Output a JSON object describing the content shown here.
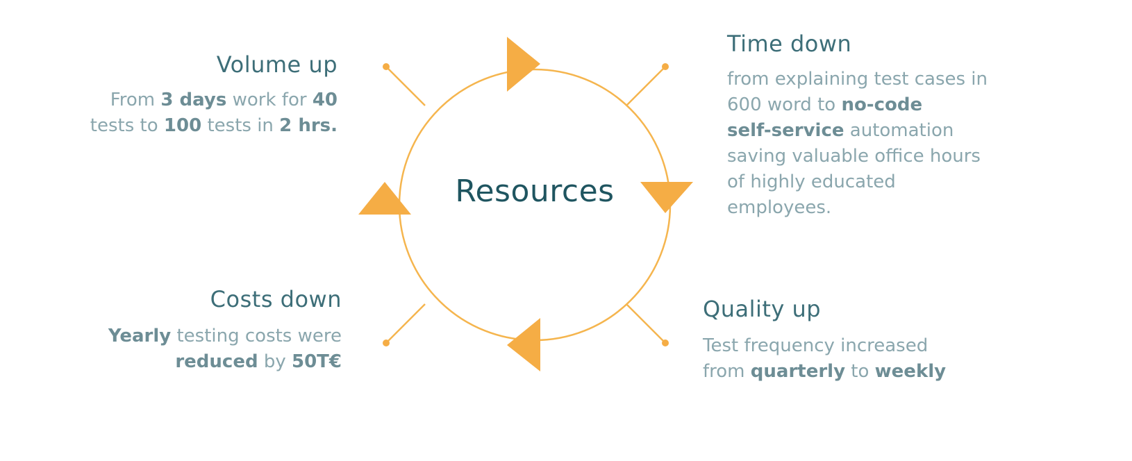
{
  "center": {
    "label": "Resources"
  },
  "colors": {
    "accent": "#f5ad45",
    "heading": "#3d6e78",
    "body": "#8aa6ad",
    "strong": "#6d8d95",
    "center": "#1f5560"
  },
  "blocks": {
    "volume": {
      "title": "Volume up",
      "lines": [
        [
          {
            "t": "From ",
            "b": false
          },
          {
            "t": "3 days",
            "b": true
          },
          {
            "t": " work for ",
            "b": false
          },
          {
            "t": "40",
            "b": true
          }
        ],
        [
          {
            "t": "tests to ",
            "b": false
          },
          {
            "t": "100",
            "b": true
          },
          {
            "t": " tests in ",
            "b": false
          },
          {
            "t": "2 hrs.",
            "b": true
          }
        ]
      ]
    },
    "time": {
      "title": "Time down",
      "lines": [
        [
          {
            "t": "from explaining test cases in",
            "b": false
          }
        ],
        [
          {
            "t": "600 word to ",
            "b": false
          },
          {
            "t": "no-code",
            "b": true
          }
        ],
        [
          {
            "t": "self-service",
            "b": true
          },
          {
            "t": " automation",
            "b": false
          }
        ],
        [
          {
            "t": "saving valuable office hours",
            "b": false
          }
        ],
        [
          {
            "t": "of highly educated",
            "b": false
          }
        ],
        [
          {
            "t": "employees.",
            "b": false
          }
        ]
      ]
    },
    "costs": {
      "title": "Costs down",
      "lines": [
        [
          {
            "t": "Yearly",
            "b": true
          },
          {
            "t": " testing costs were",
            "b": false
          }
        ],
        [
          {
            "t": "reduced",
            "b": true
          },
          {
            "t": " by ",
            "b": false
          },
          {
            "t": "50T€",
            "b": true
          }
        ]
      ]
    },
    "quality": {
      "title": "Quality up",
      "lines": [
        [
          {
            "t": "Test frequency increased",
            "b": false
          }
        ],
        [
          {
            "t": "from ",
            "b": false
          },
          {
            "t": "quarterly",
            "b": true
          },
          {
            "t": " to ",
            "b": false
          },
          {
            "t": "weekly",
            "b": true
          }
        ]
      ]
    }
  }
}
